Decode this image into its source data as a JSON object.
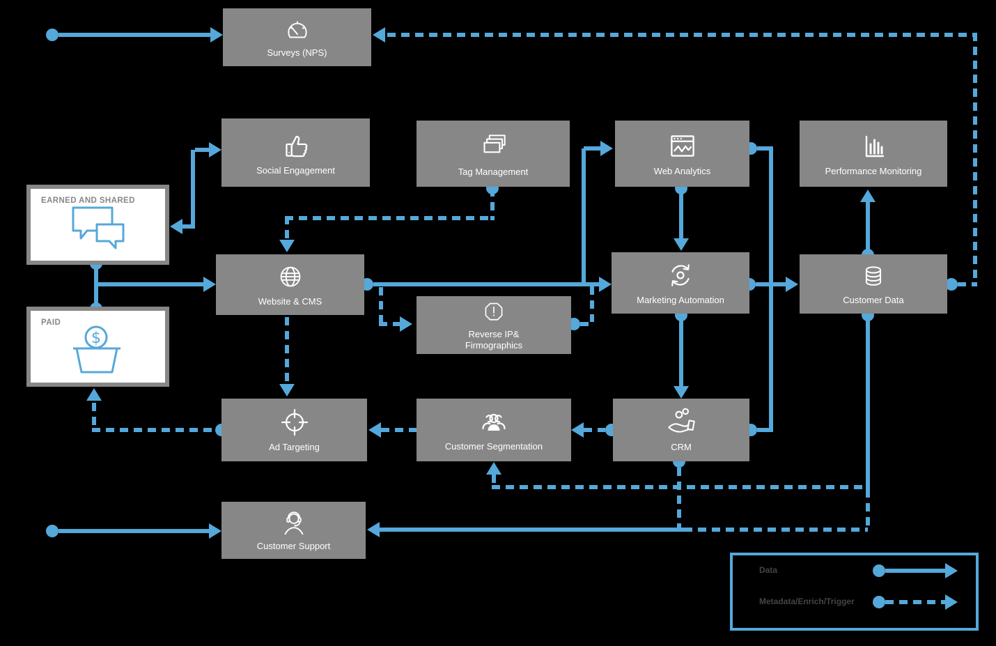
{
  "nodes": {
    "surveys": {
      "label": "Surveys (NPS)"
    },
    "social_engagement": {
      "label": "Social Engagement"
    },
    "tag_management": {
      "label": "Tag Management"
    },
    "web_analytics": {
      "label": "Web Analytics"
    },
    "performance_monitoring": {
      "label": "Performance Monitoring"
    },
    "earned_and_shared": {
      "label": "EARNED AND SHARED"
    },
    "website_cms": {
      "label": "Website & CMS"
    },
    "reverse_ip": {
      "label": "Reverse IP&\nFirmographics"
    },
    "marketing_automation": {
      "label": "Marketing Automation"
    },
    "customer_data": {
      "label": "Customer Data"
    },
    "paid": {
      "label": "PAID"
    },
    "ad_targeting": {
      "label": "Ad Targeting"
    },
    "customer_segmentation": {
      "label": "Customer Segmentation"
    },
    "crm": {
      "label": "CRM"
    },
    "customer_support": {
      "label": "Customer Support"
    }
  },
  "legend": {
    "data_label": "Data",
    "metadata_label": "Metadata/Enrich/Trigger"
  },
  "colors": {
    "accent_blue": "#55a8da",
    "node_gray": "#878787",
    "legend_text": "#444444",
    "background": "#000000"
  }
}
